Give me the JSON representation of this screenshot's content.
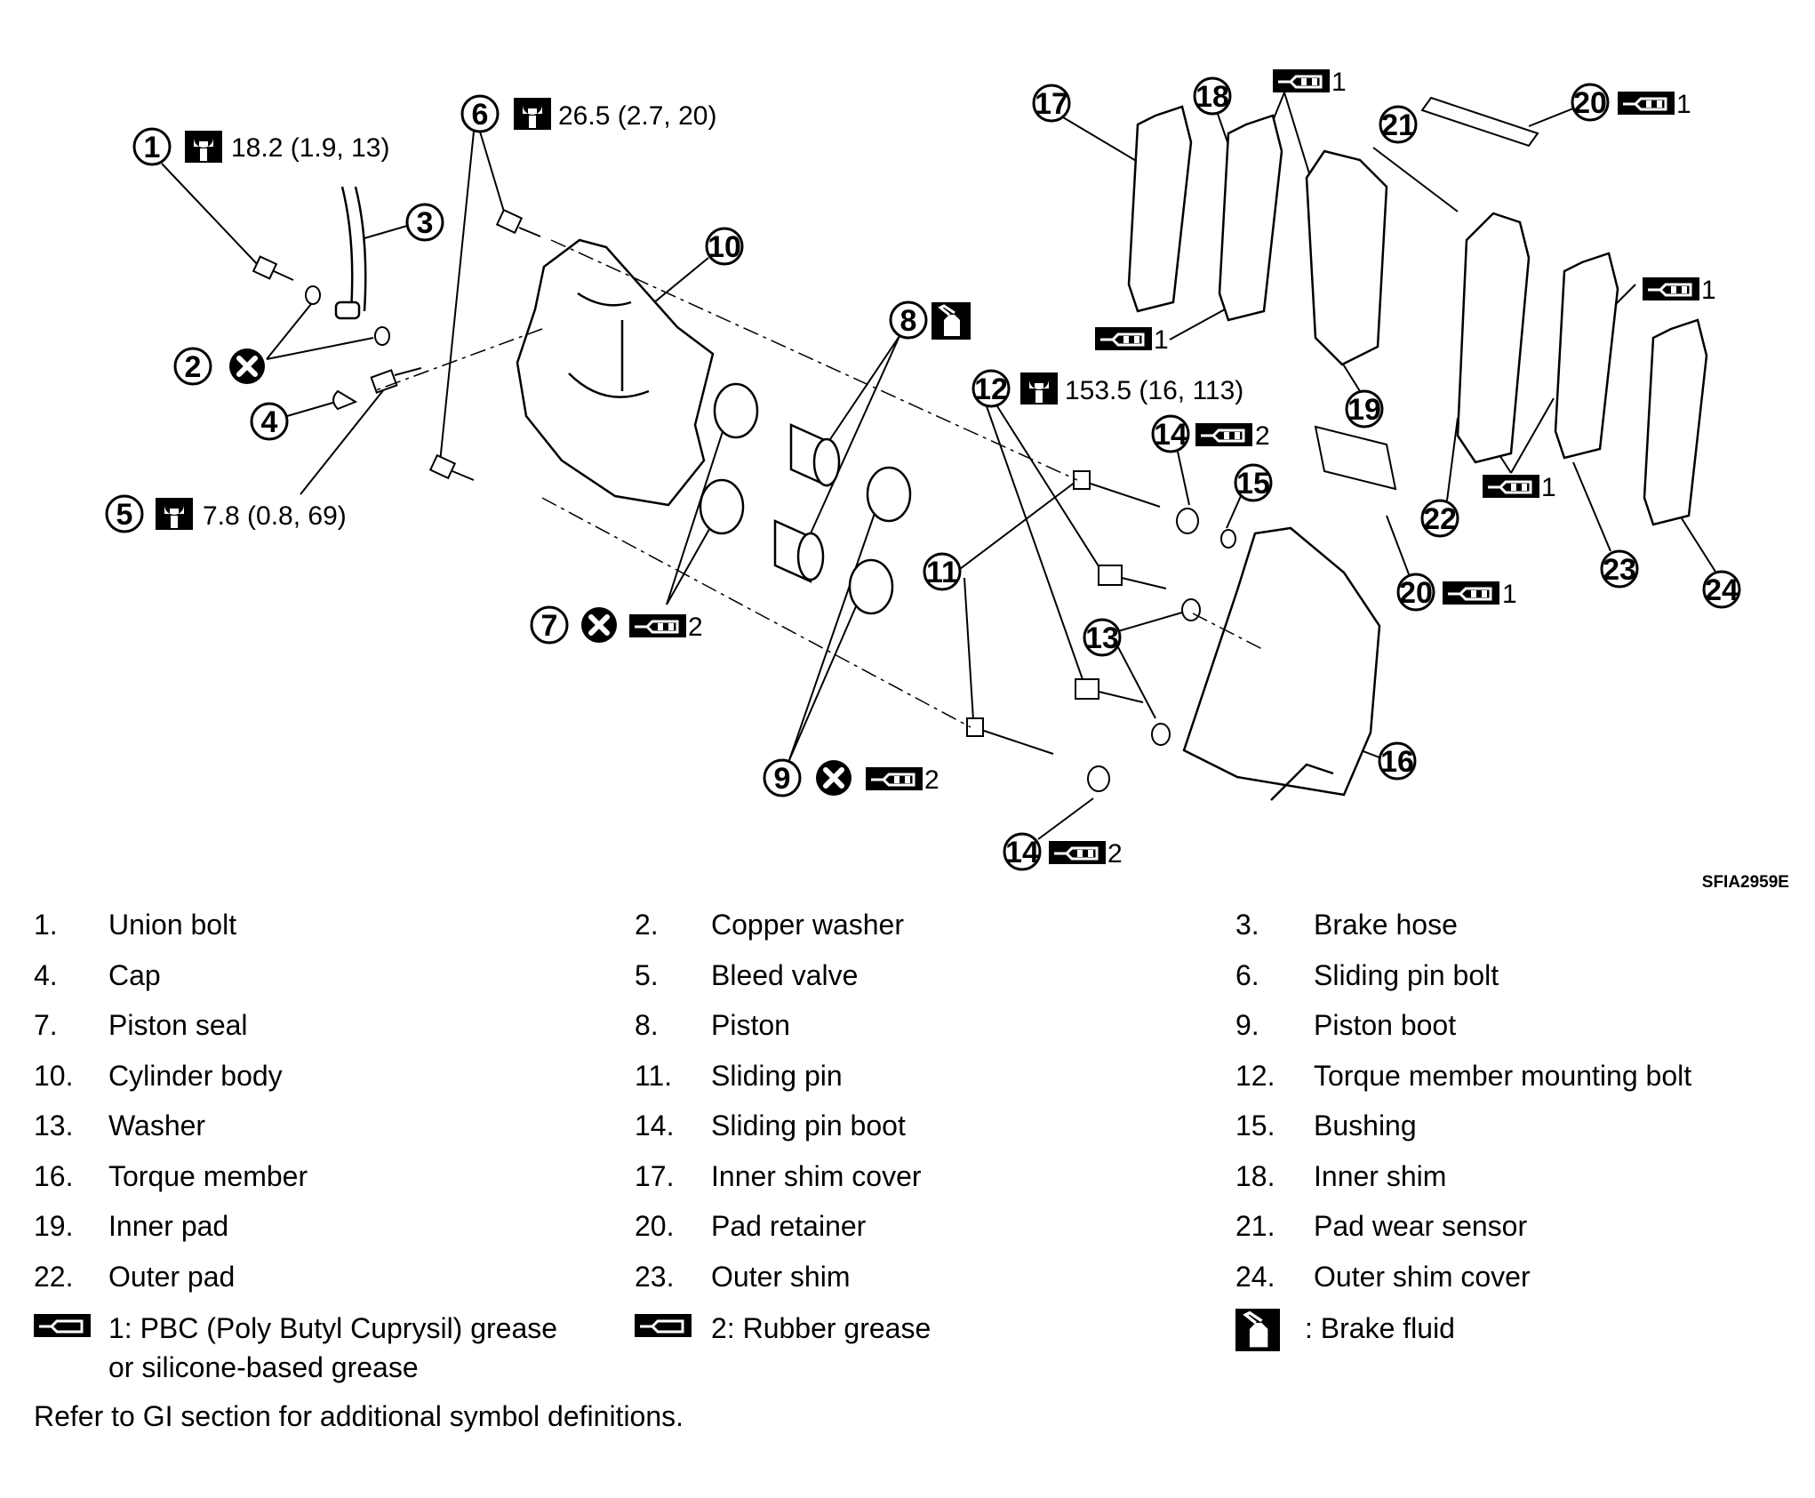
{
  "diagram": {
    "figure_code": "SFIA2959E",
    "callout_labels": [
      "1",
      "2",
      "3",
      "4",
      "5",
      "6",
      "7",
      "8",
      "9",
      "10",
      "11",
      "12",
      "13",
      "14",
      "15",
      "16",
      "17",
      "18",
      "19",
      "20",
      "21",
      "22",
      "23",
      "24"
    ],
    "torque_specs": {
      "union_bolt": "18.2 (1.9, 13)",
      "sliding_pin_bolt": "26.5 (2.7, 20)",
      "bleed_valve": "7.8 (0.8, 69)",
      "torque_member_bolt": "153.5 (16, 113)"
    },
    "grease_tags": {
      "one": "1",
      "two": "2"
    }
  },
  "legend": {
    "items": [
      {
        "num": "1.",
        "label": "Union bolt"
      },
      {
        "num": "2.",
        "label": "Copper washer"
      },
      {
        "num": "3.",
        "label": "Brake hose"
      },
      {
        "num": "4.",
        "label": "Cap"
      },
      {
        "num": "5.",
        "label": "Bleed valve"
      },
      {
        "num": "6.",
        "label": "Sliding pin bolt"
      },
      {
        "num": "7.",
        "label": "Piston seal"
      },
      {
        "num": "8.",
        "label": "Piston"
      },
      {
        "num": "9.",
        "label": "Piston boot"
      },
      {
        "num": "10.",
        "label": "Cylinder body"
      },
      {
        "num": "11.",
        "label": "Sliding pin"
      },
      {
        "num": "12.",
        "label": "Torque member mounting bolt"
      },
      {
        "num": "13.",
        "label": "Washer"
      },
      {
        "num": "14.",
        "label": "Sliding pin boot"
      },
      {
        "num": "15.",
        "label": "Bushing"
      },
      {
        "num": "16.",
        "label": "Torque member"
      },
      {
        "num": "17.",
        "label": "Inner shim cover"
      },
      {
        "num": "18.",
        "label": "Inner shim"
      },
      {
        "num": "19.",
        "label": "Inner pad"
      },
      {
        "num": "20.",
        "label": "Pad retainer"
      },
      {
        "num": "21.",
        "label": "Pad wear sensor"
      },
      {
        "num": "22.",
        "label": "Outer pad"
      },
      {
        "num": "23.",
        "label": "Outer shim"
      },
      {
        "num": "24.",
        "label": "Outer shim cover"
      }
    ],
    "symbols": {
      "grease1_line1": "1: PBC (Poly Butyl Cuprysil) grease",
      "grease1_line2": "or silicone-based grease",
      "grease2": "2: Rubber grease",
      "brake_fluid": ": Brake fluid"
    },
    "footnote": "Refer to GI section for additional symbol definitions."
  },
  "icons": [
    "torque-wrench-icon",
    "do-not-reuse-icon",
    "grease-icon",
    "brake-fluid-icon"
  ]
}
